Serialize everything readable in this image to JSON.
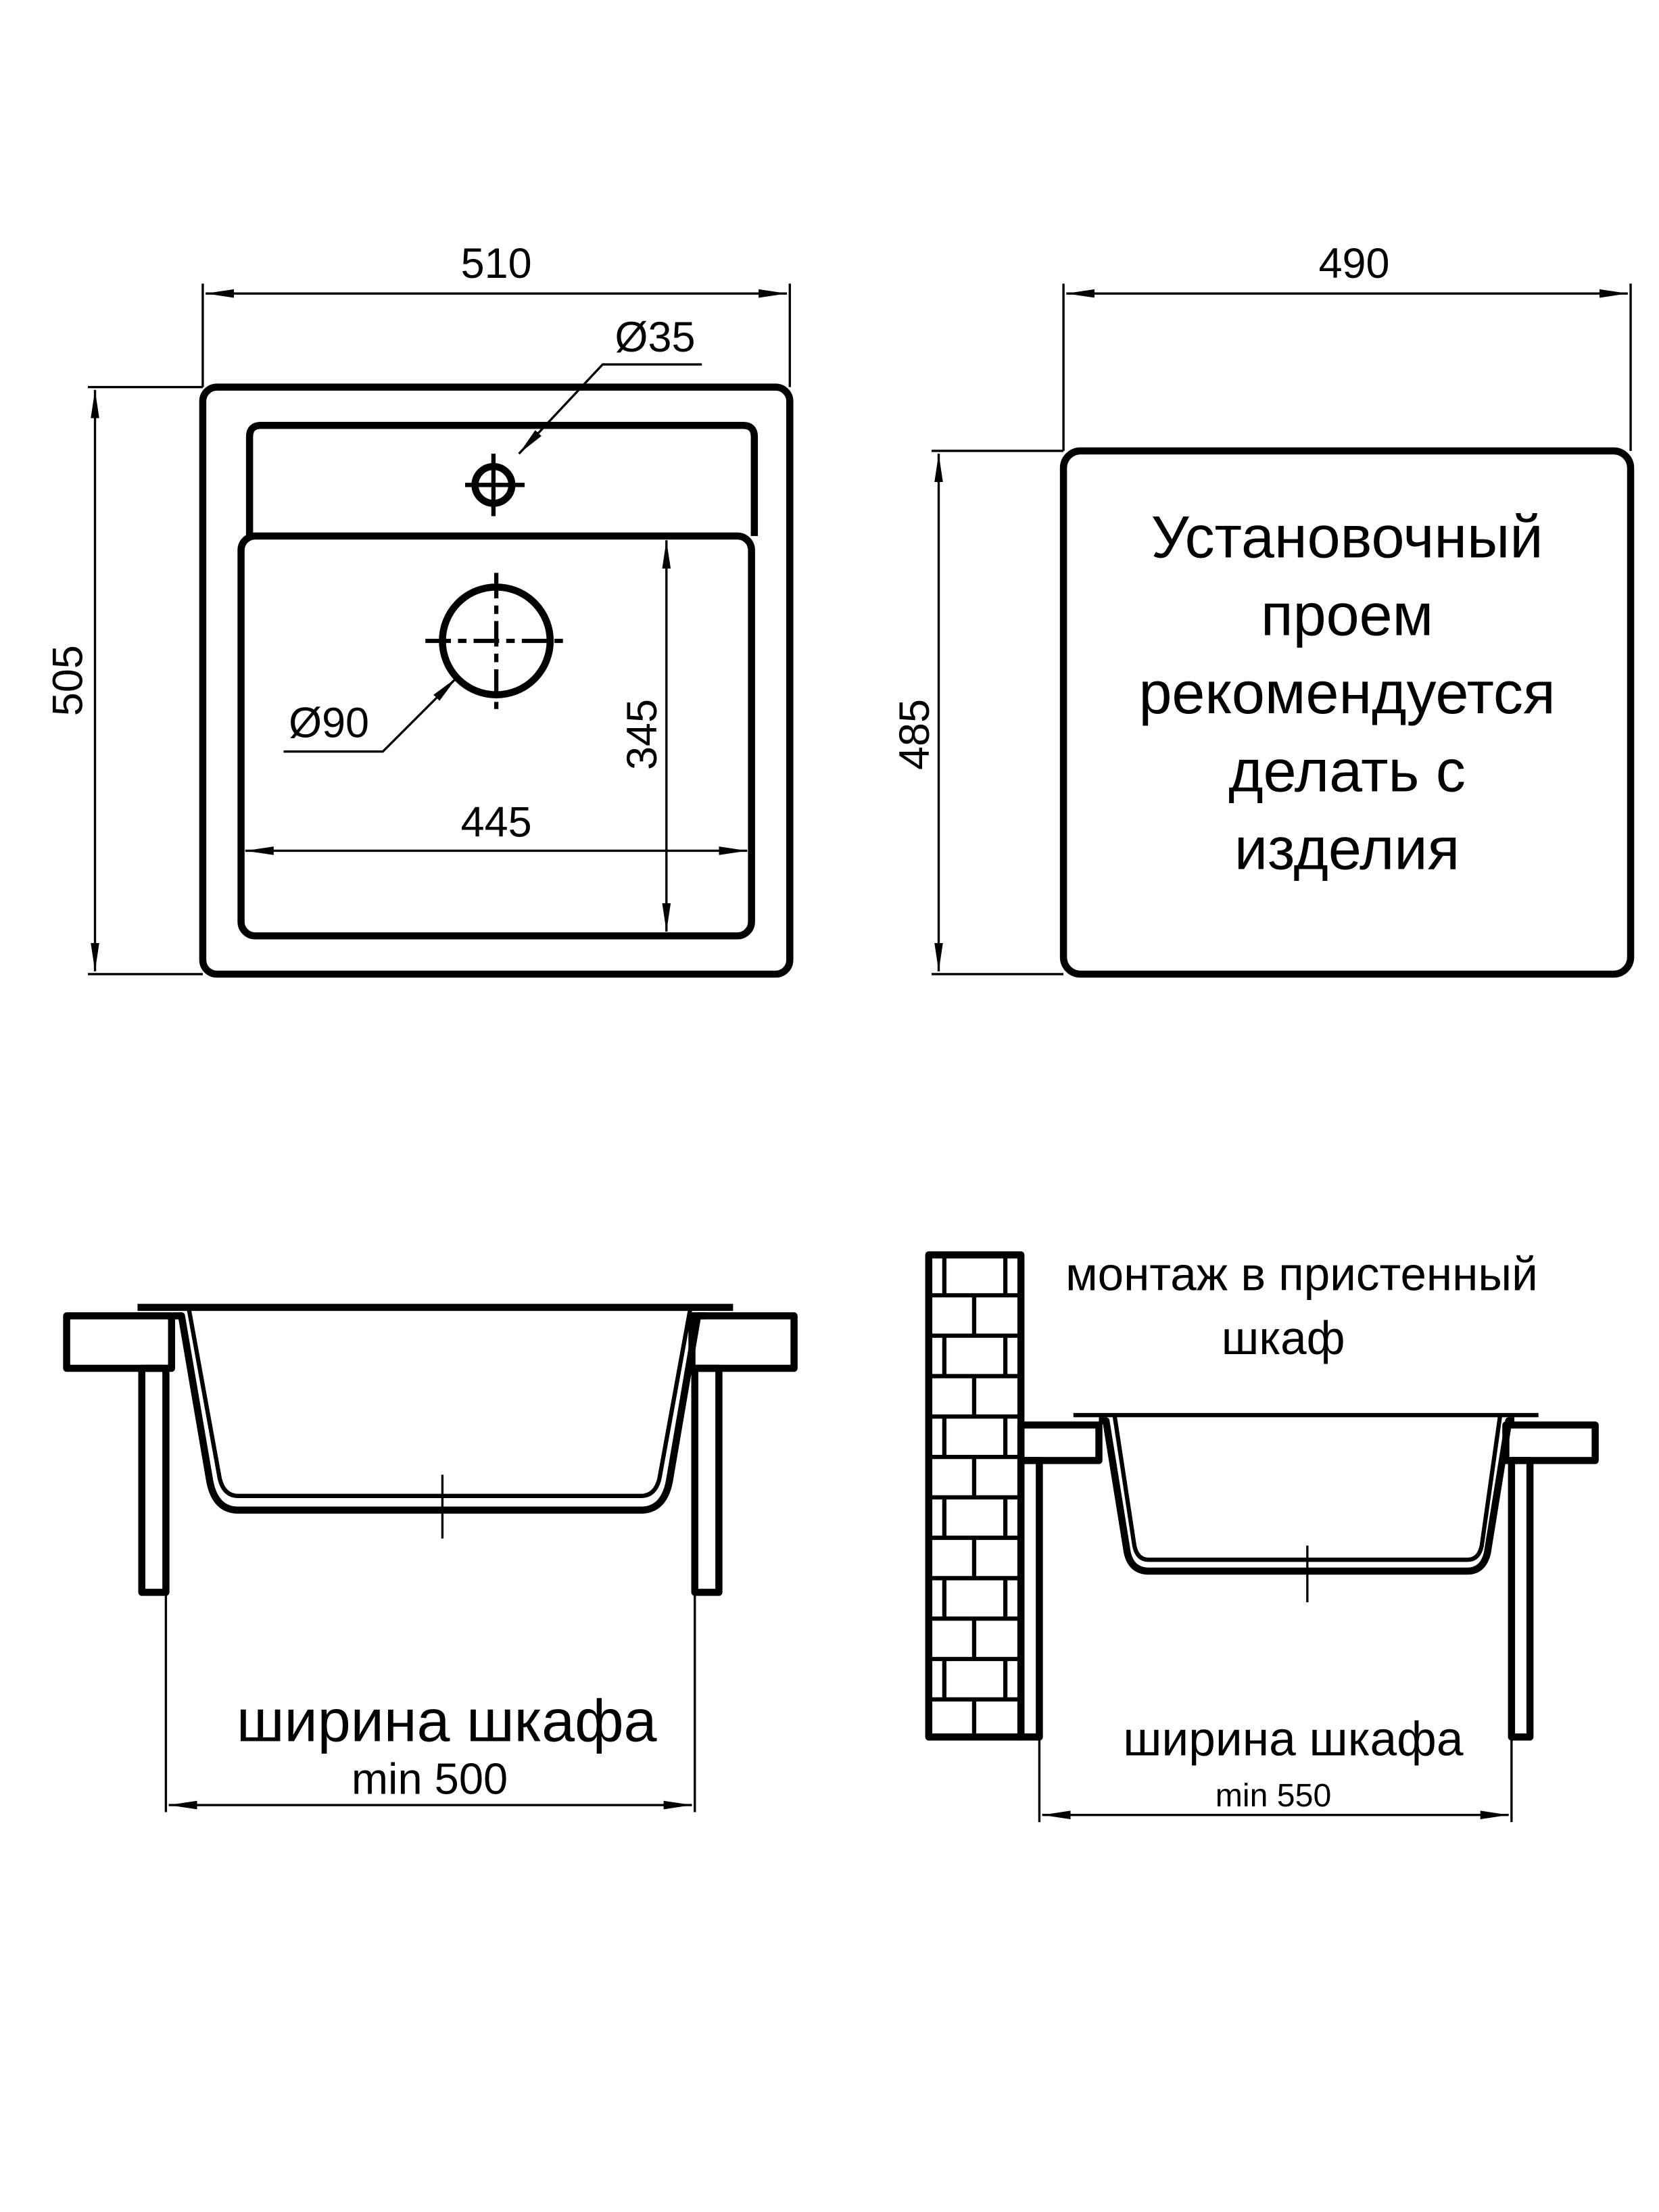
{
  "top_view": {
    "overall_width": "510",
    "overall_depth": "505",
    "tap_hole": "Ø35",
    "drain_hole": "Ø90",
    "bowl_width": "445",
    "bowl_depth": "345"
  },
  "cutout_view": {
    "width": "490",
    "depth": "485",
    "note_lines": [
      "Установочный",
      "проем",
      "рекомендуется",
      "делать с",
      "изделия"
    ]
  },
  "section_standard": {
    "label": "ширина шкафа",
    "min_value": "min 500"
  },
  "section_wall": {
    "title_lines": [
      "монтаж в пристенный",
      "шкаф"
    ],
    "label": "ширина шкафа",
    "min_value": "min 550"
  }
}
